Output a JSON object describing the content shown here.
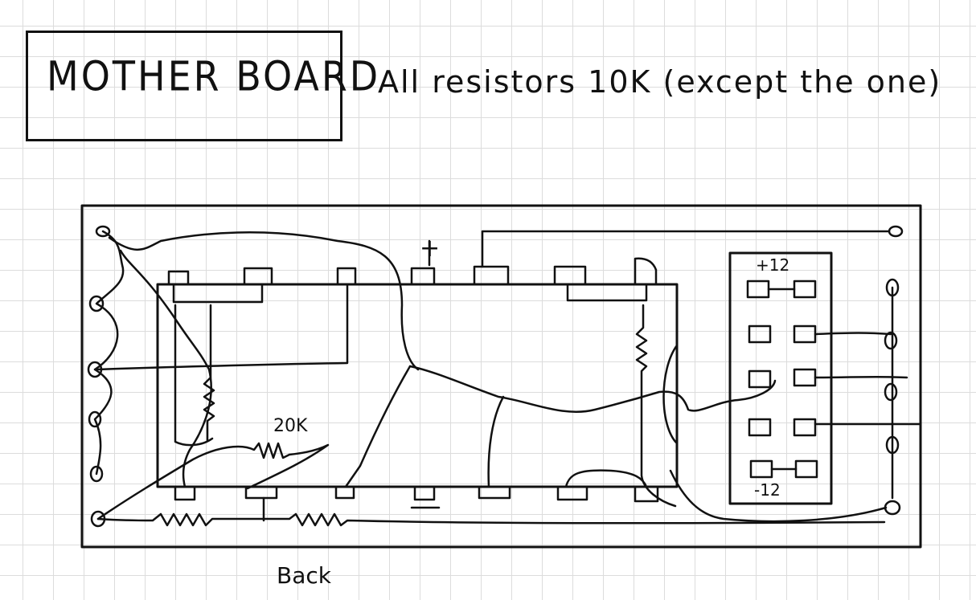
{
  "title": "MOTHER BOARD",
  "note": "All resistors 10K (except the one)",
  "labels": {
    "resistor_20k": "20K",
    "rail_plus12": "+12",
    "rail_minus12": "-12",
    "plus": "+",
    "back": "Back"
  }
}
